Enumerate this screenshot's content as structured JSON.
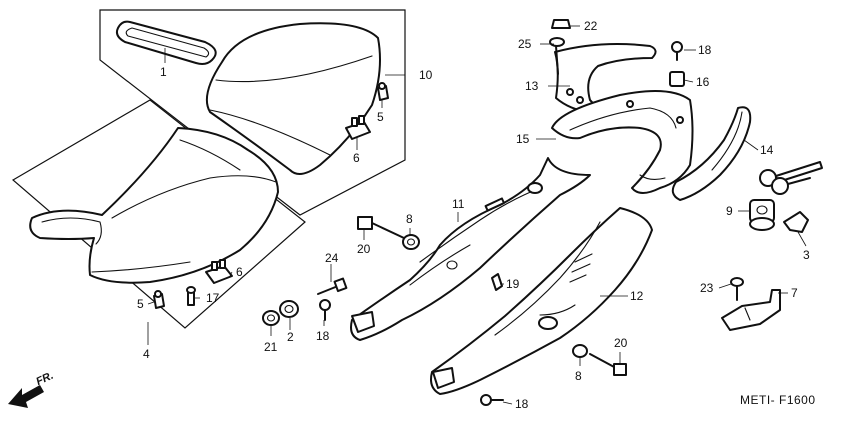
{
  "diagram_code": "METI- F1600",
  "front_marker": "FR.",
  "callouts": [
    {
      "id": "c1",
      "label": "1"
    },
    {
      "id": "c2",
      "label": "2"
    },
    {
      "id": "c3",
      "label": "3"
    },
    {
      "id": "c4",
      "label": "4"
    },
    {
      "id": "c5a",
      "label": "5"
    },
    {
      "id": "c5b",
      "label": "5"
    },
    {
      "id": "c6a",
      "label": "6"
    },
    {
      "id": "c6b",
      "label": "6"
    },
    {
      "id": "c7",
      "label": "7"
    },
    {
      "id": "c8a",
      "label": "8"
    },
    {
      "id": "c8b",
      "label": "8"
    },
    {
      "id": "c9",
      "label": "9"
    },
    {
      "id": "c10",
      "label": "10"
    },
    {
      "id": "c11",
      "label": "11"
    },
    {
      "id": "c12",
      "label": "12"
    },
    {
      "id": "c13",
      "label": "13"
    },
    {
      "id": "c14",
      "label": "14"
    },
    {
      "id": "c15",
      "label": "15"
    },
    {
      "id": "c16",
      "label": "16"
    },
    {
      "id": "c17",
      "label": "17"
    },
    {
      "id": "c18a",
      "label": "18"
    },
    {
      "id": "c18b",
      "label": "18"
    },
    {
      "id": "c18c",
      "label": "18"
    },
    {
      "id": "c19",
      "label": "19"
    },
    {
      "id": "c20a",
      "label": "20"
    },
    {
      "id": "c20b",
      "label": "20"
    },
    {
      "id": "c21",
      "label": "21"
    },
    {
      "id": "c22",
      "label": "22"
    },
    {
      "id": "c23",
      "label": "23"
    },
    {
      "id": "c24",
      "label": "24"
    },
    {
      "id": "c25",
      "label": "25"
    }
  ]
}
